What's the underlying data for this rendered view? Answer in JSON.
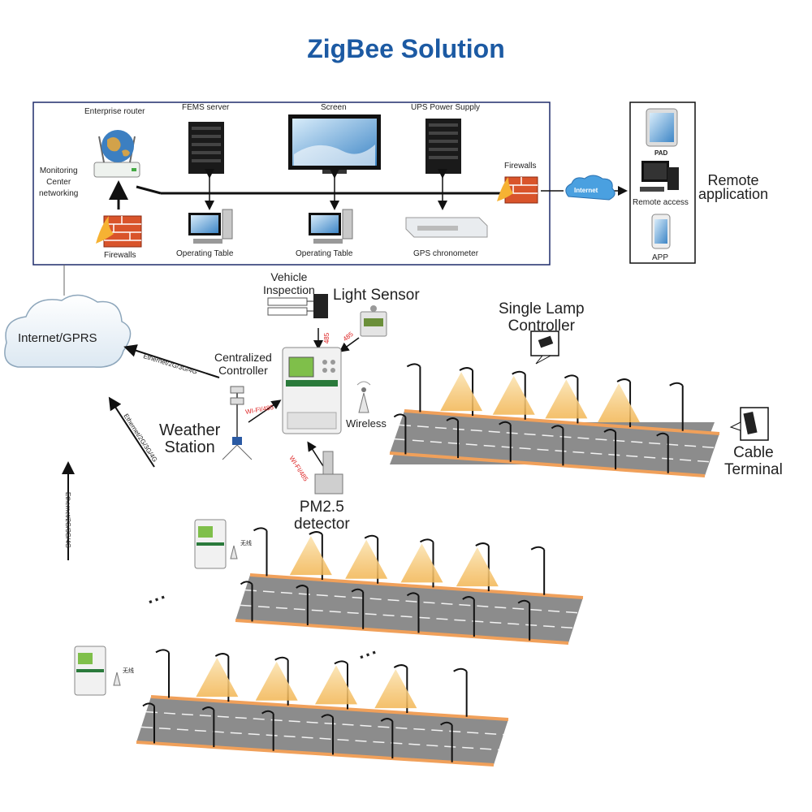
{
  "title": "ZigBee Solution",
  "monitoring": {
    "label": "Monitoring\nCenter\nnetworking",
    "enterprise_router": "Enterprise router",
    "fems_server": "FEMS server",
    "screen": "Screen",
    "ups": "UPS Power Supply",
    "firewalls_left": "Firewalls",
    "firewalls_right": "Firewalls",
    "operating_table_1": "Operating Table",
    "operating_table_2": "Operating Table",
    "gps": "GPS chronometer",
    "internet_badge": "Internet"
  },
  "remote": {
    "pad": "PAD",
    "remote_access": "Remote access",
    "app": "APP",
    "label": "Remote\napplication"
  },
  "field": {
    "cloud": "Internet/GPRS",
    "ethernet_1": "Ethernet/2G/3G/4G",
    "ethernet_2": "Ethernet/2G/3G/4G",
    "ethernet_3": "Ethernet/2G/3G/4G",
    "vehicle_inspection": "Vehicle\nInspection",
    "light_sensor": "Light Sensor",
    "centralized_controller": "Centralized\nController",
    "weather_station": "Weather\nStation",
    "wireless": "Wireless",
    "pm25": "PM2.5\ndetector",
    "single_lamp": "Single Lamp\nController",
    "cable_terminal": "Cable\nTerminal",
    "link_485_a": "485",
    "link_485_b": "485",
    "link_wifi_a": "WI-FI/485",
    "link_wifi_b": "WI-FI/485",
    "wireless_cn_1": "无线",
    "wireless_cn_2": "无线",
    "ellipsis": "..."
  },
  "colors": {
    "title": "#1c5aa3",
    "road": "#8c8c8c",
    "road_edge": "#f0a05a",
    "light_cone": "#f5c46a",
    "firewall": "#d9542b",
    "internet_cloud": "#4aa0e0"
  }
}
